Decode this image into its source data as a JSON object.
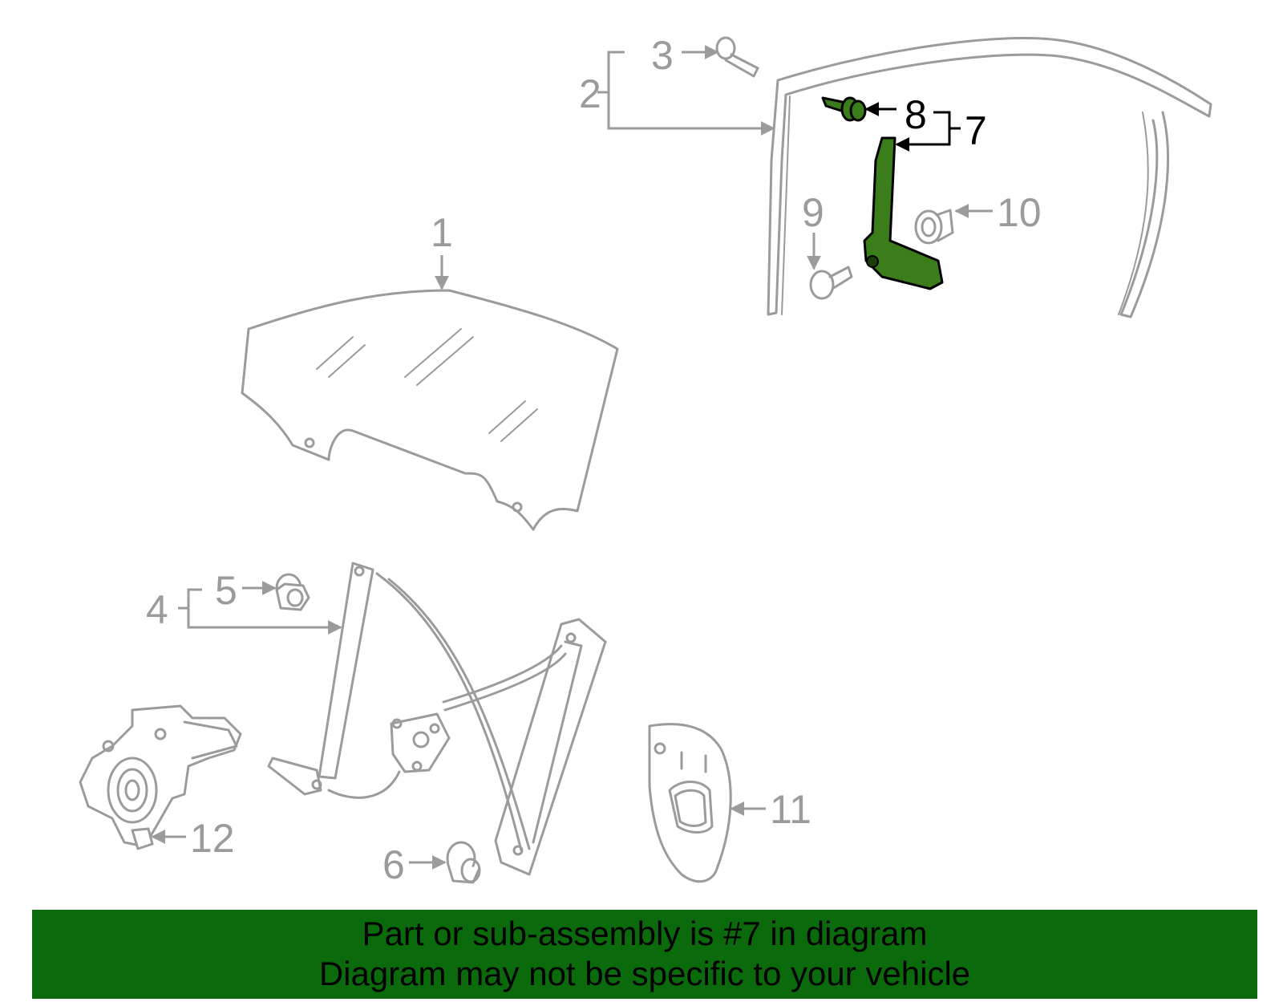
{
  "callouts": {
    "c1": "1",
    "c2": "2",
    "c3": "3",
    "c4": "4",
    "c5": "5",
    "c6": "6",
    "c7": "7",
    "c8": "8",
    "c9": "9",
    "c10": "10",
    "c11": "11",
    "c12": "12"
  },
  "highlight": {
    "part": "7",
    "color": "#3b7d1a"
  },
  "banner": {
    "line1": "Part or sub-assembly is #7 in diagram",
    "line2": "Diagram may not be specific to your vehicle",
    "background": "#0b6a0b"
  }
}
